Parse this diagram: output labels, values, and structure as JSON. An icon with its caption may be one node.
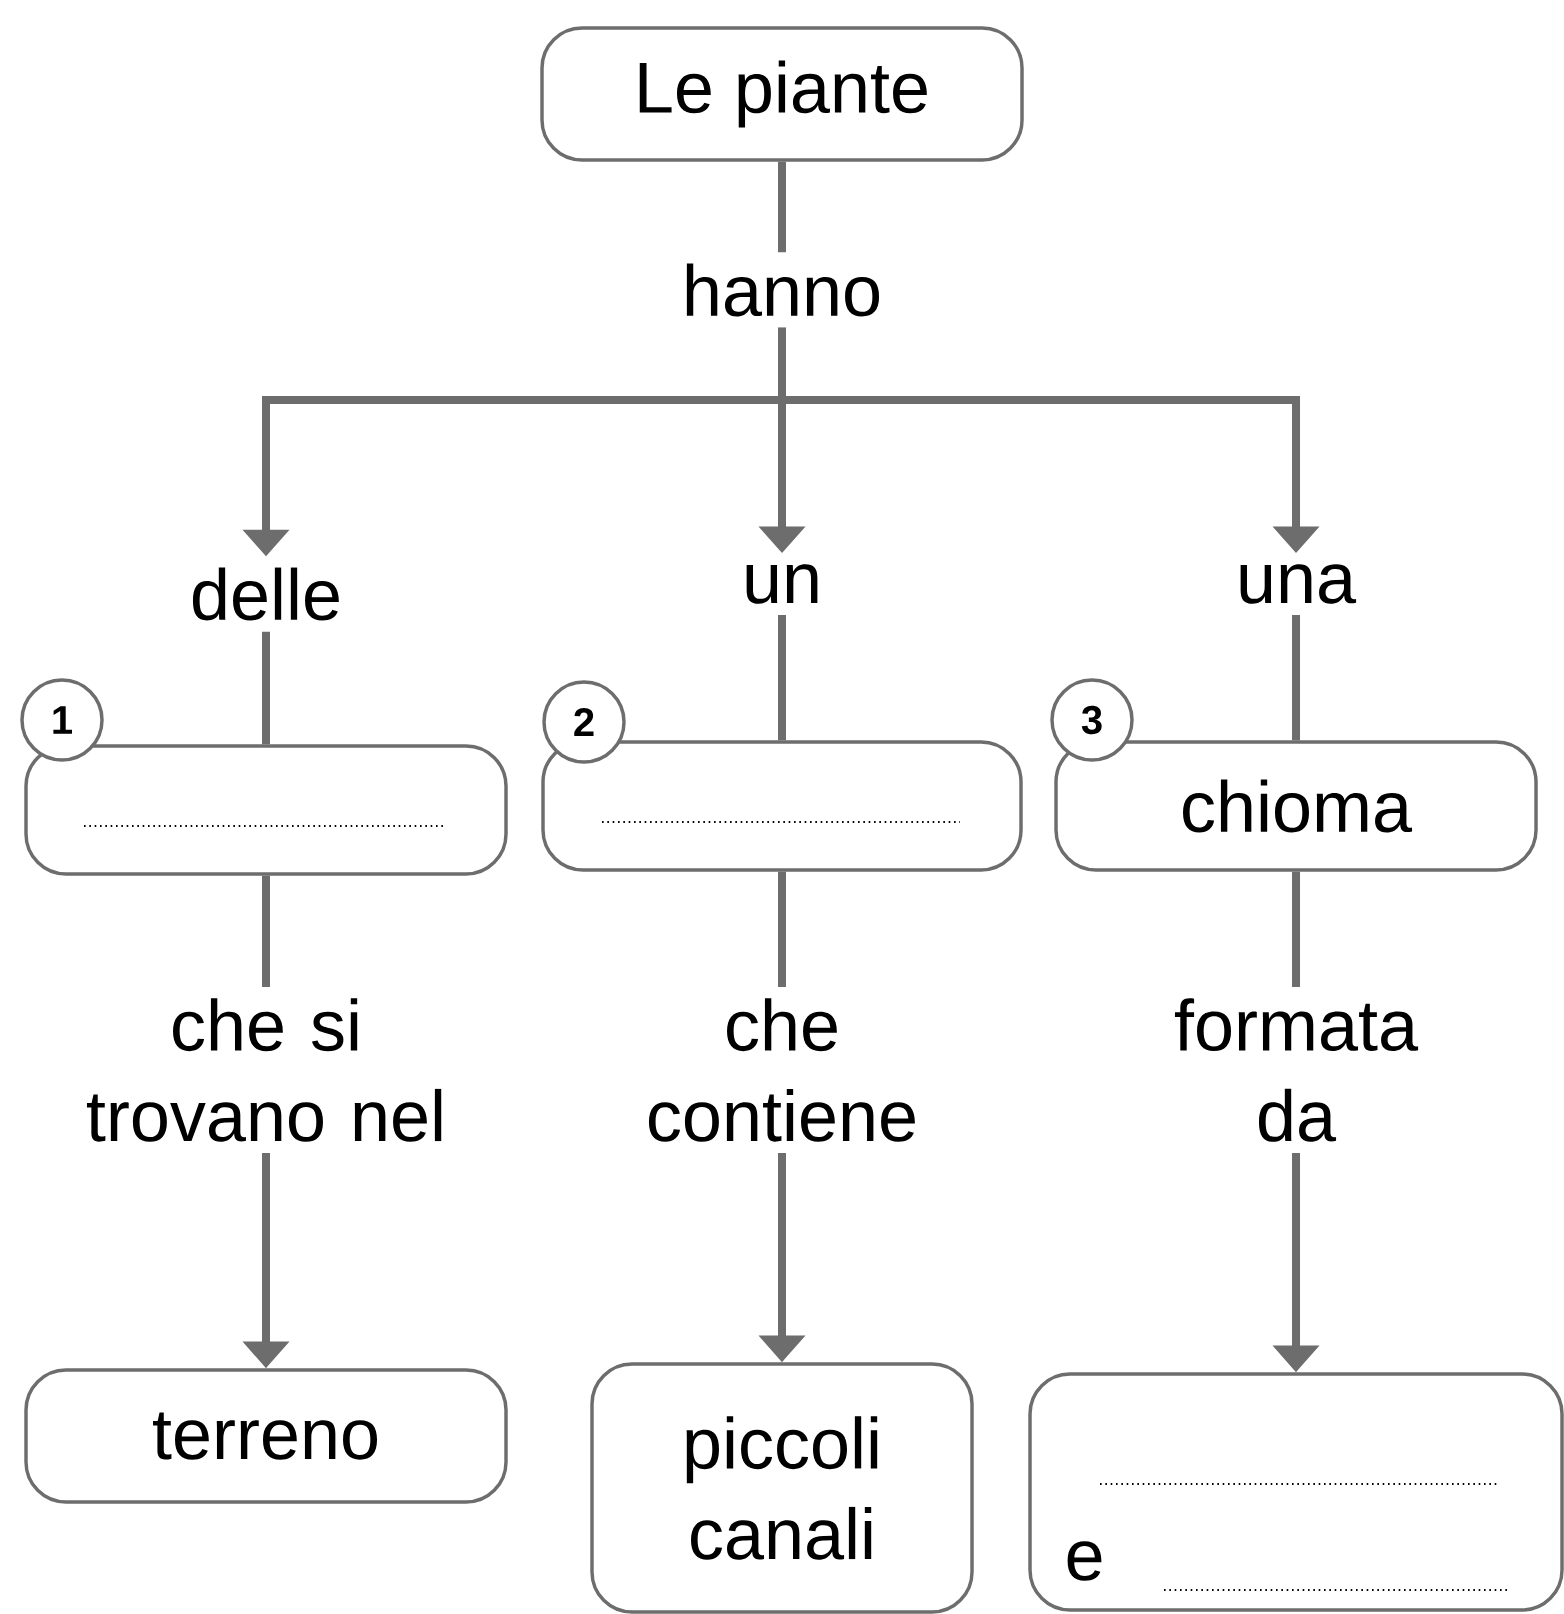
{
  "diagram": {
    "nodes": [
      {
        "text": [
          "Le piante"
        ]
      },
      {
        "text": [
          "hanno"
        ]
      },
      {
        "text": [
          "delle"
        ]
      },
      {
        "text": [
          "un"
        ]
      },
      {
        "text": [
          "una"
        ]
      },
      {
        "text": [
          "1"
        ]
      },
      {
        "text": [],
        "shape": "box"
      },
      {
        "text": [
          "2"
        ]
      },
      {
        "text": [],
        "shape": "box"
      },
      {
        "text": [
          "3"
        ]
      },
      {
        "text": [
          "chioma"
        ]
      },
      {
        "text": [
          "che si trovano nel"
        ]
      },
      {
        "text": [
          "che contiene"
        ]
      },
      {
        "text": [
          "formata da"
        ]
      },
      {
        "text": [
          "terreno"
        ]
      },
      {
        "text": [
          "piccoli canali"
        ]
      },
      {
        "text": [
          "e"
        ]
      }
    ],
    "edges": [
      {
        "from": 0,
        "to": 1,
        "arrow": "none"
      },
      {
        "from": 1,
        "to": 2,
        "arrow": "to"
      },
      {
        "from": 1,
        "to": 3,
        "arrow": "to"
      },
      {
        "from": 1,
        "to": 4,
        "arrow": "to"
      },
      {
        "from": 2,
        "to": 6,
        "arrow": "none"
      },
      {
        "from": 3,
        "to": 8,
        "arrow": "none"
      },
      {
        "from": 4,
        "to": 10,
        "arrow": "none"
      },
      {
        "from": 6,
        "to": 11,
        "arrow": "none"
      },
      {
        "from": 8,
        "to": 12,
        "arrow": "none"
      },
      {
        "from": 10,
        "to": 13,
        "arrow": "none"
      },
      {
        "from": 11,
        "to": 14,
        "arrow": "to"
      },
      {
        "from": 12,
        "to": 15,
        "arrow": "to"
      },
      {
        "from": 13,
        "to": 16,
        "arrow": "to"
      }
    ]
  }
}
